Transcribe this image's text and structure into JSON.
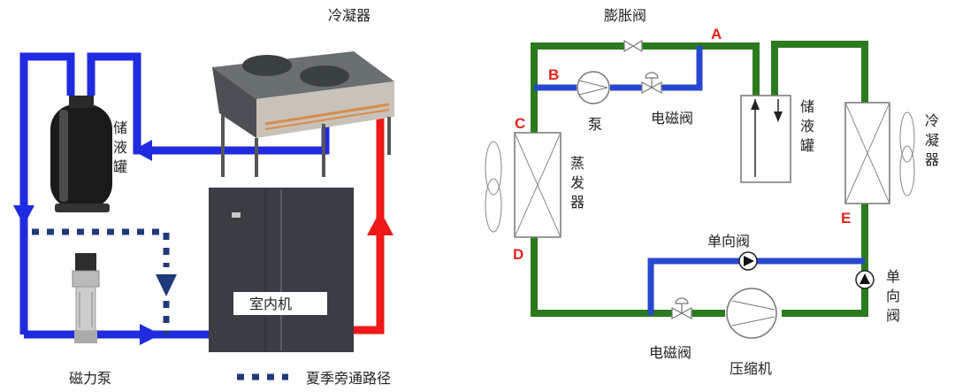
{
  "left": {
    "labels": {
      "condenser": "冷凝器",
      "receiver_1": "储",
      "receiver_2": "液",
      "receiver_3": "罐",
      "indoor_unit": "室内机",
      "magnetic_pump": "磁力泵",
      "summer_bypass": "夏季旁通路径"
    },
    "colors": {
      "liquid": "#1f2be0",
      "gas": "#f01818",
      "bypass": "#1f3a7a"
    }
  },
  "right": {
    "labels": {
      "expansion_valve": "膨胀阀",
      "pump": "泵",
      "solenoid_valve_top": "电磁阀",
      "solenoid_valve_bottom": "电磁阀",
      "receiver": [
        "储",
        "液",
        "罐"
      ],
      "condenser": [
        "冷",
        "凝",
        "器"
      ],
      "evaporator": [
        "蒸",
        "发",
        "器"
      ],
      "check_valve_top": "单向阀",
      "check_valve_right": [
        "单",
        "向",
        "阀"
      ],
      "compressor": "压缩机"
    },
    "points": [
      "A",
      "B",
      "C",
      "D",
      "E"
    ],
    "colors": {
      "refrigerant_loop": "#2b7a1e",
      "pump_branch": "#2848d0",
      "point_label": "#e8231c"
    }
  }
}
